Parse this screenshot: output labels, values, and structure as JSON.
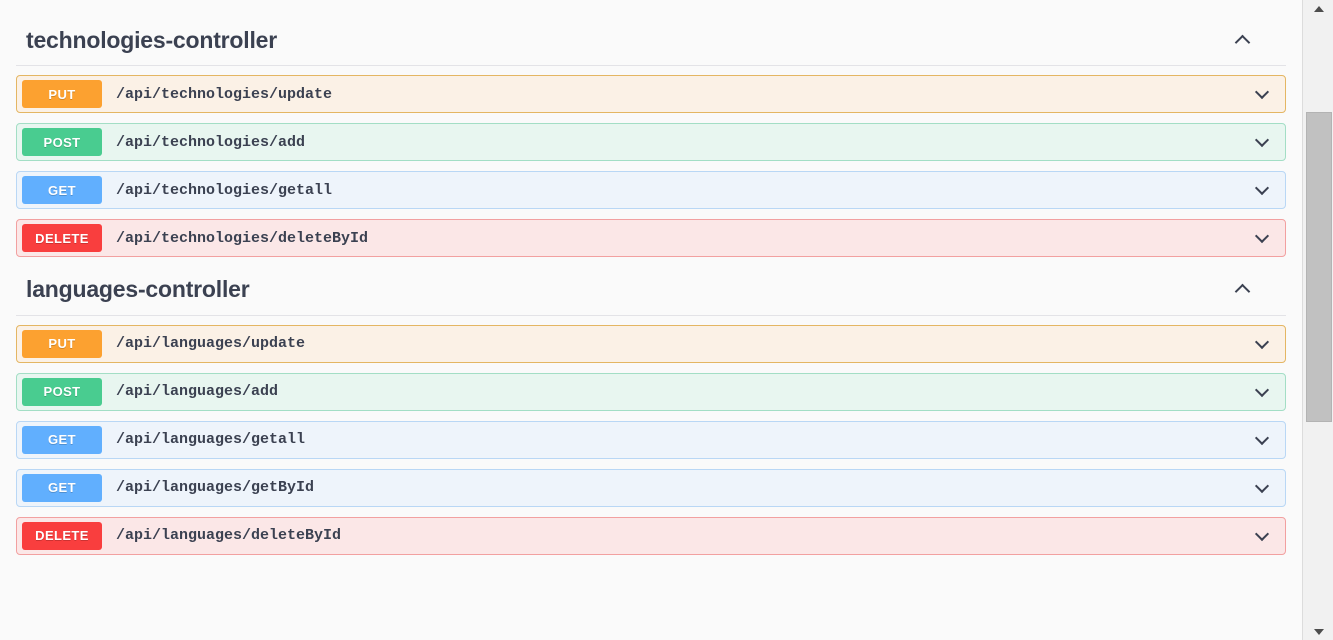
{
  "sections": [
    {
      "title": "technologies-controller",
      "toggle_icon": "chevron-up-icon",
      "expanded": true,
      "operations": [
        {
          "method": "PUT",
          "method_class": "put",
          "path": "/api/technologies/update",
          "toggle_icon": "chevron-down-icon"
        },
        {
          "method": "POST",
          "method_class": "post",
          "path": "/api/technologies/add",
          "toggle_icon": "chevron-down-icon"
        },
        {
          "method": "GET",
          "method_class": "get",
          "path": "/api/technologies/getall",
          "toggle_icon": "chevron-down-icon"
        },
        {
          "method": "DELETE",
          "method_class": "delete",
          "path": "/api/technologies/deleteById",
          "toggle_icon": "chevron-down-icon"
        }
      ]
    },
    {
      "title": "languages-controller",
      "toggle_icon": "chevron-up-icon",
      "expanded": true,
      "operations": [
        {
          "method": "PUT",
          "method_class": "put",
          "path": "/api/languages/update",
          "toggle_icon": "chevron-down-icon"
        },
        {
          "method": "POST",
          "method_class": "post",
          "path": "/api/languages/add",
          "toggle_icon": "chevron-down-icon"
        },
        {
          "method": "GET",
          "method_class": "get",
          "path": "/api/languages/getall",
          "toggle_icon": "chevron-down-icon"
        },
        {
          "method": "GET",
          "method_class": "get",
          "path": "/api/languages/getById",
          "toggle_icon": "chevron-down-icon"
        },
        {
          "method": "DELETE",
          "method_class": "delete",
          "path": "/api/languages/deleteById",
          "toggle_icon": "chevron-down-icon"
        }
      ]
    }
  ],
  "scrollbar": {
    "up_arrow_icon": "scroll-up-arrow-icon",
    "down_arrow_icon": "scroll-down-arrow-icon",
    "thumb_name": "scroll-thumb"
  },
  "colors": {
    "put": "#fca130",
    "post": "#49cc90",
    "get": "#61affe",
    "delete": "#f93e3e",
    "put_bg": "#fbf1e6",
    "post_bg": "#e8f6f0",
    "get_bg": "#eef4fb",
    "delete_bg": "#fbe7e7",
    "text": "#3b4151",
    "page_bg": "#fafafa"
  }
}
